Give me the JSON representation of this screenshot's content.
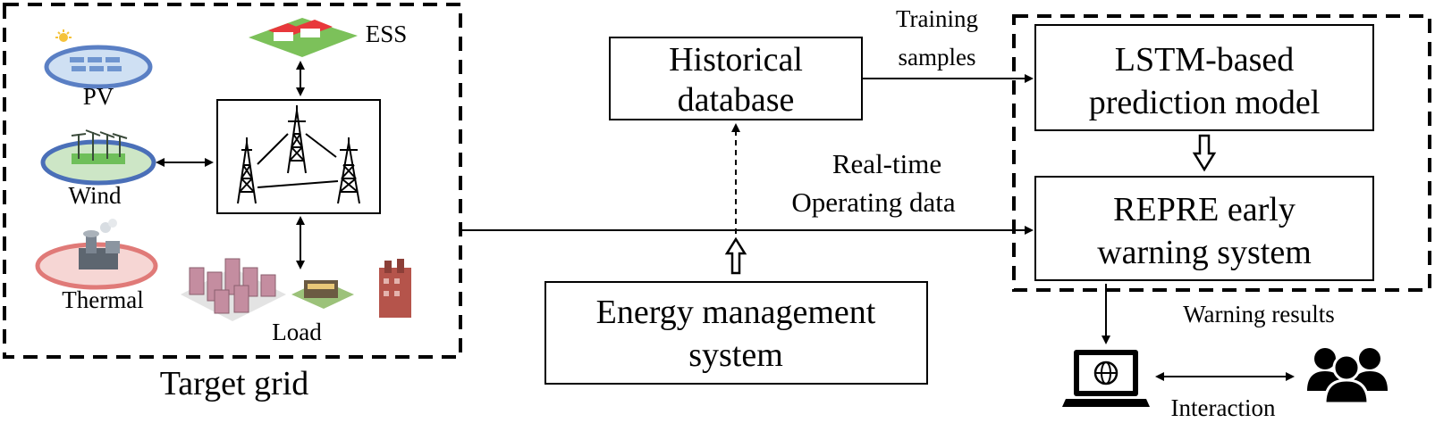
{
  "target_grid": {
    "caption": "Target grid",
    "pv_label": "PV",
    "wind_label": "Wind",
    "thermal_label": "Thermal",
    "ess_label": "ESS",
    "load_label": "Load"
  },
  "historical_database": {
    "line1": "Historical",
    "line2": "database"
  },
  "training_samples": {
    "line1": "Training",
    "line2": "samples"
  },
  "lstm_model": {
    "line1": "LSTM-based",
    "line2": "prediction model"
  },
  "repre_system": {
    "line1": "REPRE early",
    "line2": "warning system"
  },
  "realtime_data": {
    "line1": "Real-time",
    "line2": "Operating data"
  },
  "ems": {
    "line1": "Energy management",
    "line2": "system"
  },
  "warning_results": "Warning results",
  "interaction": "Interaction",
  "icons": {
    "pv": "solar-panel-icon",
    "wind": "wind-farm-icon",
    "thermal": "thermal-plant-icon",
    "ess": "ess-building-icon",
    "grid": "transmission-tower-icon",
    "load": "city-buildings-icon",
    "computer": "laptop-globe-icon",
    "users": "users-group-icon"
  },
  "colors": {
    "pv_ring": "#5a7fc4",
    "wind_ring": "#4a6fb8",
    "thermal_ring": "#e07a78",
    "ess_roof": "#e8383b",
    "ess_grass": "#7cc15a",
    "building": "#c48da0"
  }
}
